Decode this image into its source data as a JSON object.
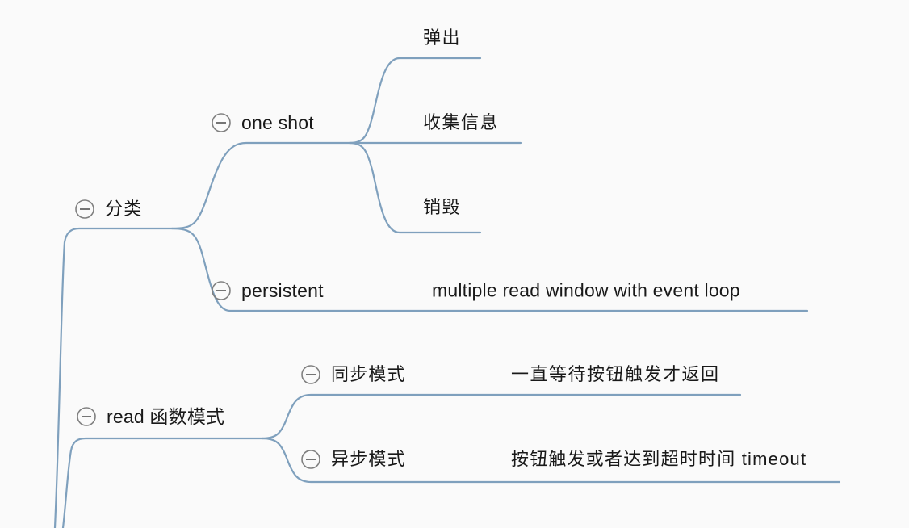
{
  "diagram": {
    "type": "mind-map",
    "title": "read 函数模式与分类思维导图",
    "background_color": "#fafafa",
    "branch_color": "#7fa0bd",
    "text_color": "#191919",
    "icon_color": "#808080",
    "icon_name": "collapse-minus-circle-icon"
  },
  "nodes": {
    "category": {
      "label": "分类",
      "icon": "collapse-minus-circle-icon"
    },
    "one_shot": {
      "label": "one shot",
      "icon": "collapse-minus-circle-icon"
    },
    "persistent": {
      "label": "persistent",
      "icon": "collapse-minus-circle-icon"
    },
    "read_mode": {
      "label": "read 函数模式",
      "icon": "collapse-minus-circle-icon"
    },
    "sync_mode": {
      "label": "同步模式",
      "icon": "collapse-minus-circle-icon"
    },
    "async_mode": {
      "label": "异步模式",
      "icon": "collapse-minus-circle-icon"
    }
  },
  "leaves": {
    "popup": "弹出",
    "collect_info": "收集信息",
    "destroy": "销毁",
    "persistent_detail": "multiple read window with event loop",
    "sync_detail": "一直等待按钮触发才返回",
    "async_detail": "按钮触发或者达到超时时间 timeout"
  }
}
